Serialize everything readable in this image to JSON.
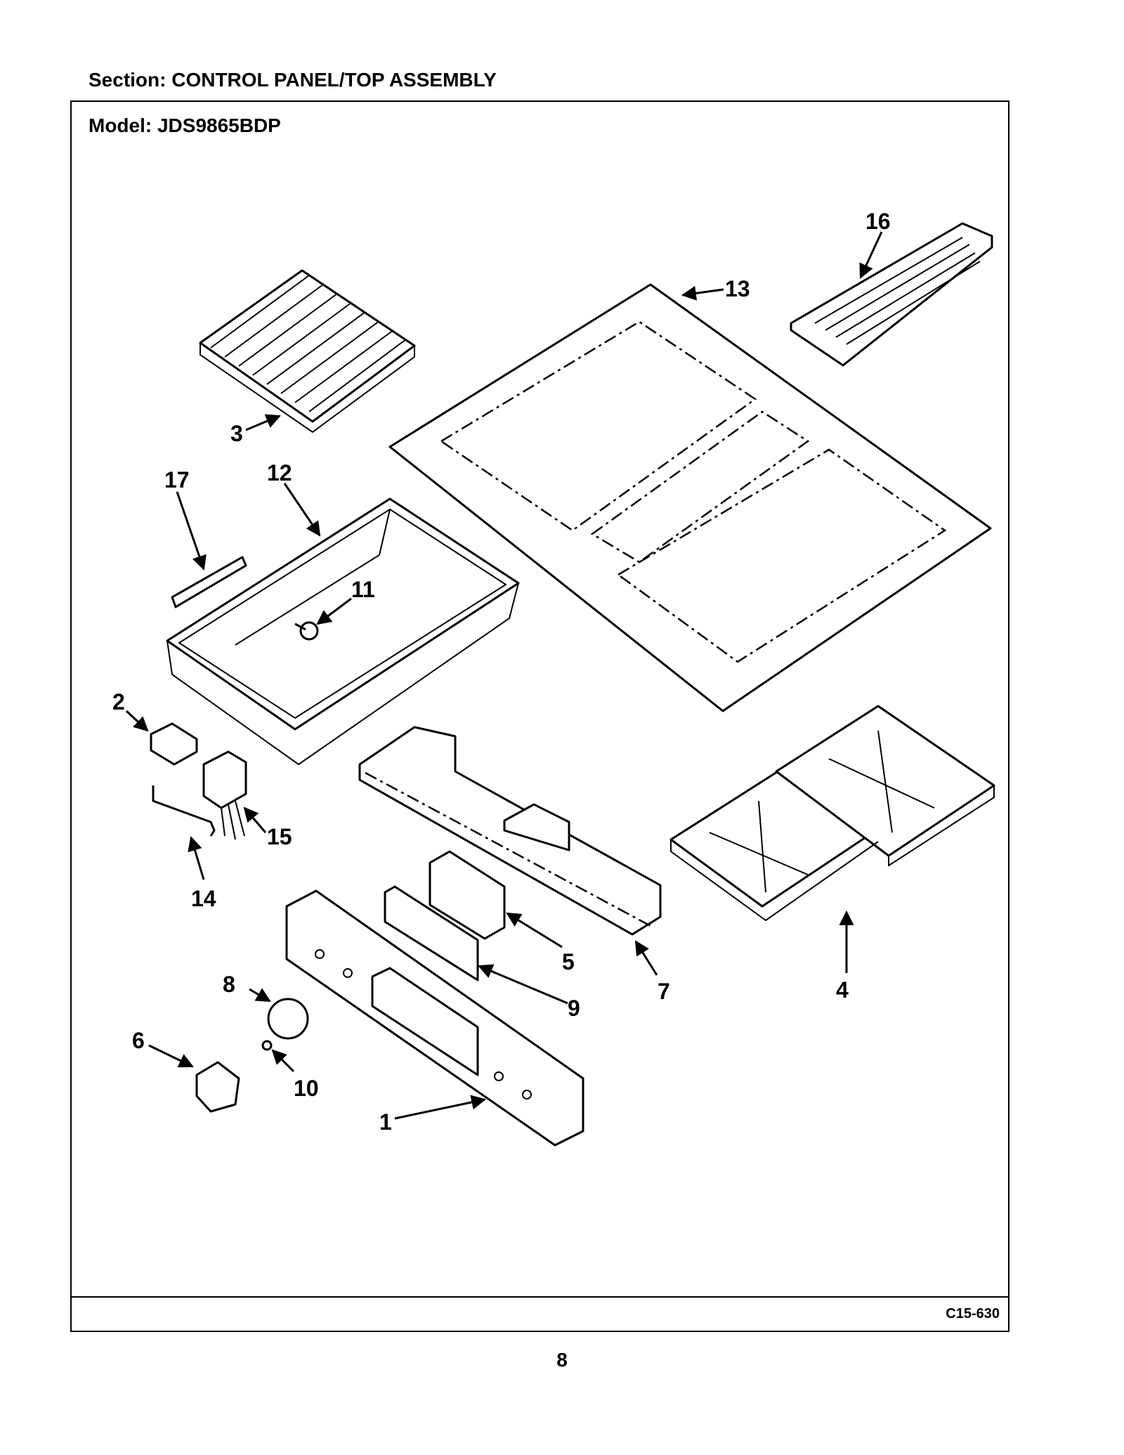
{
  "section": {
    "title": "Section:  CONTROL PANEL/TOP ASSEMBLY"
  },
  "model": {
    "title": "Model:  JDS9865BDP"
  },
  "callouts": [
    "1",
    "2",
    "3",
    "4",
    "5",
    "6",
    "7",
    "8",
    "9",
    "10",
    "11",
    "12",
    "13",
    "14",
    "15",
    "16",
    "17"
  ],
  "footer": {
    "drawing_code": "C15-630"
  },
  "page": {
    "number": "8"
  }
}
